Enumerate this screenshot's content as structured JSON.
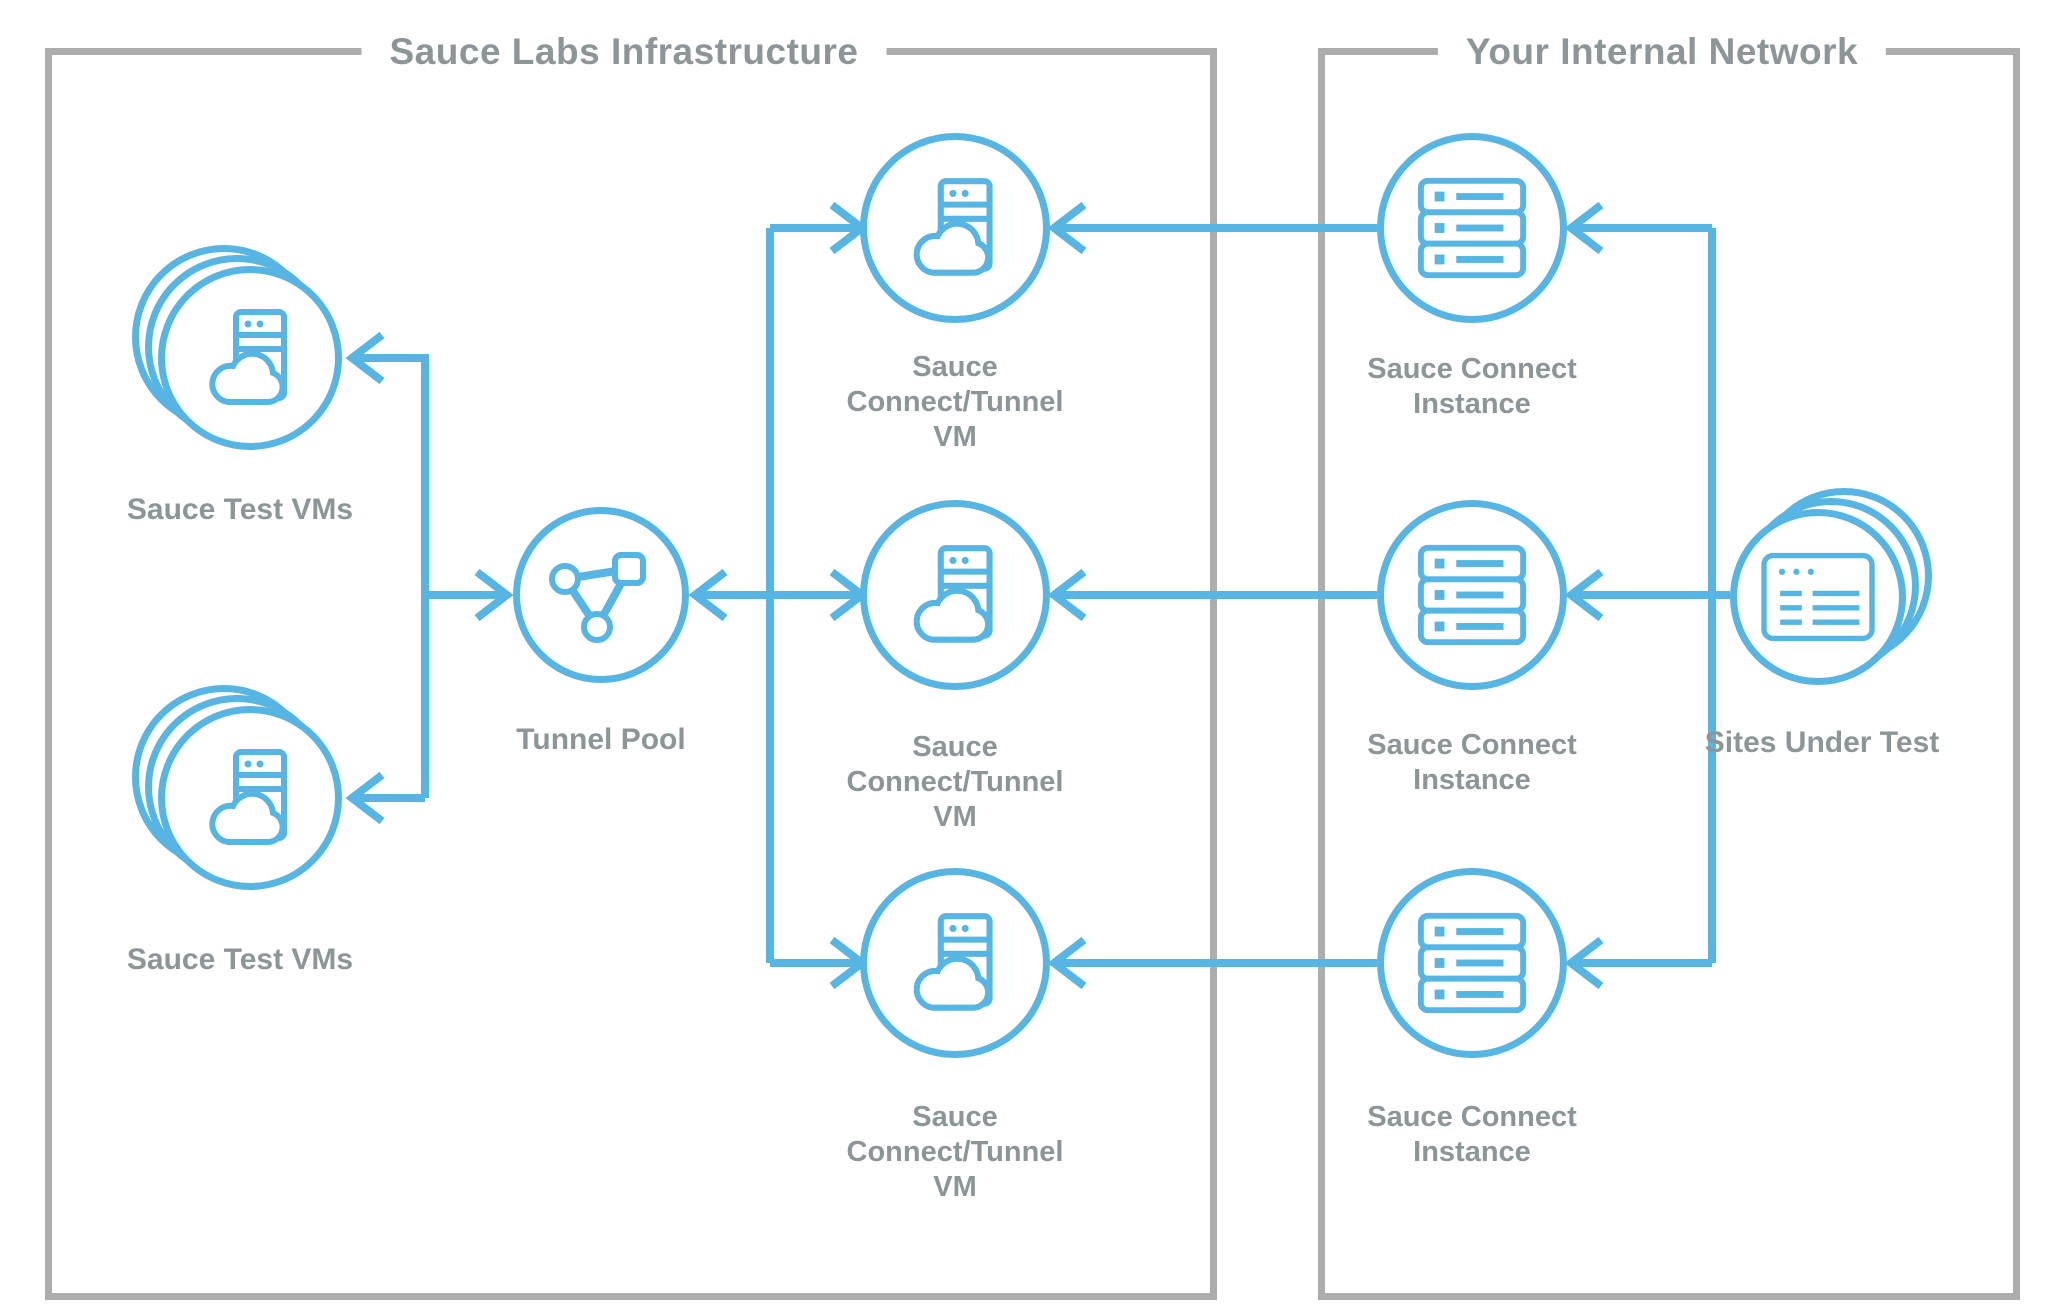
{
  "colors": {
    "accent_blue": "#56b5e2",
    "box_border_gray": "#adadad",
    "label_gray": "#8c9597",
    "background": "#ffffff"
  },
  "left_box": {
    "title": "Sauce Labs Infrastructure"
  },
  "right_box": {
    "title": "Your Internal Network"
  },
  "nodes": {
    "sauce_test_vms_top": {
      "label": "Sauce Test VMs",
      "icon": "cloud-server-stack-icon"
    },
    "sauce_test_vms_bottom": {
      "label": "Sauce Test VMs",
      "icon": "cloud-server-stack-icon"
    },
    "tunnel_pool": {
      "label": "Tunnel Pool",
      "icon": "network-triangle-icon"
    },
    "tunnel_vm_top": {
      "label": "Sauce\nConnect/Tunnel\nVM",
      "icon": "cloud-server-icon"
    },
    "tunnel_vm_middle": {
      "label": "Sauce\nConnect/Tunnel\nVM",
      "icon": "cloud-server-icon"
    },
    "tunnel_vm_bottom": {
      "label": "Sauce\nConnect/Tunnel\nVM",
      "icon": "cloud-server-icon"
    },
    "sc_instance_top": {
      "label": "Sauce Connect\nInstance",
      "icon": "server-rack-icon"
    },
    "sc_instance_middle": {
      "label": "Sauce Connect\nInstance",
      "icon": "server-rack-icon"
    },
    "sc_instance_bottom": {
      "label": "Sauce Connect\nInstance",
      "icon": "server-rack-icon"
    },
    "sites_under_test": {
      "label": "Sites Under Test",
      "icon": "browser-window-stack-icon"
    }
  }
}
